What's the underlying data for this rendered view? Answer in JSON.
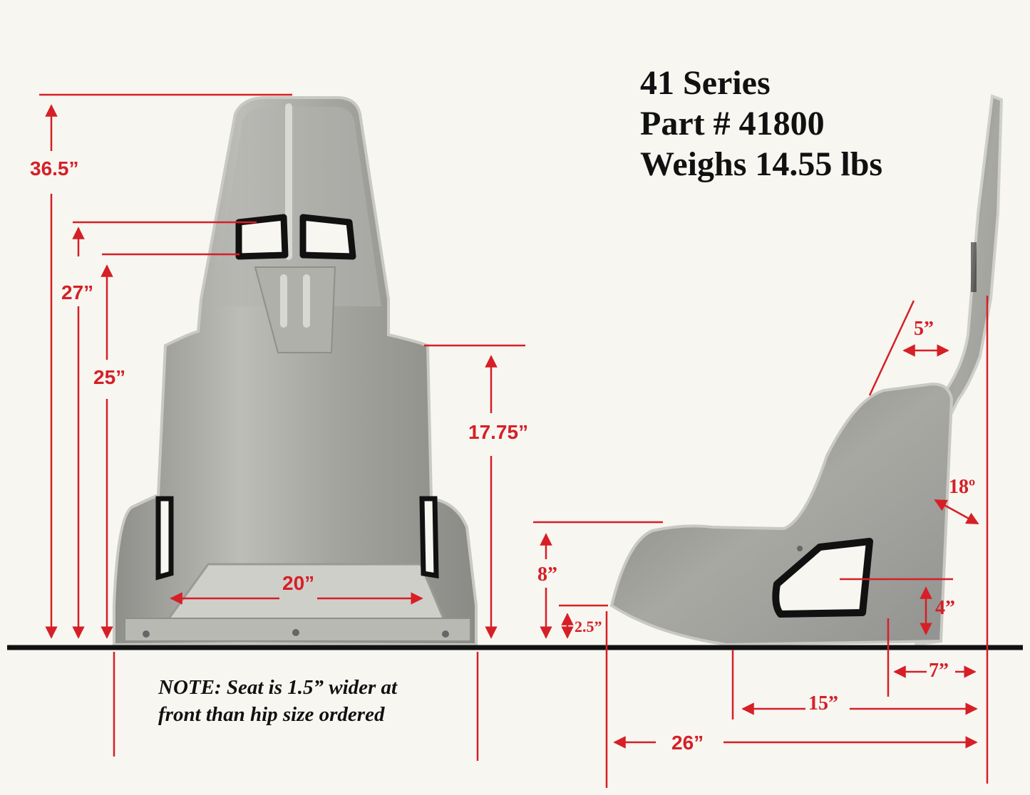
{
  "header": {
    "series": "41 Series",
    "part": "Part # 41800",
    "weight": "Weighs 14.55 lbs"
  },
  "note": {
    "line1": "NOTE:  Seat is 1.5” wider at",
    "line2": "front than hip size ordered"
  },
  "front_view": {
    "height_total": "36.5”",
    "height_shoulder_top": "27”",
    "height_shoulder_bottom": "25”",
    "side_height": "17.75”",
    "hip_width": "20”"
  },
  "side_view": {
    "upper_offset": "5”",
    "recline_angle": "18º",
    "front_height": "8”",
    "front_lip": "2.5”",
    "hole_height": "4”",
    "rear_offset": "7”",
    "seat_depth": "15”",
    "overall_depth": "26”"
  },
  "colors": {
    "dimension": "#d61f26",
    "text": "#111111",
    "aluminum": "#a9a9a4",
    "background": "#f7f6f1"
  }
}
